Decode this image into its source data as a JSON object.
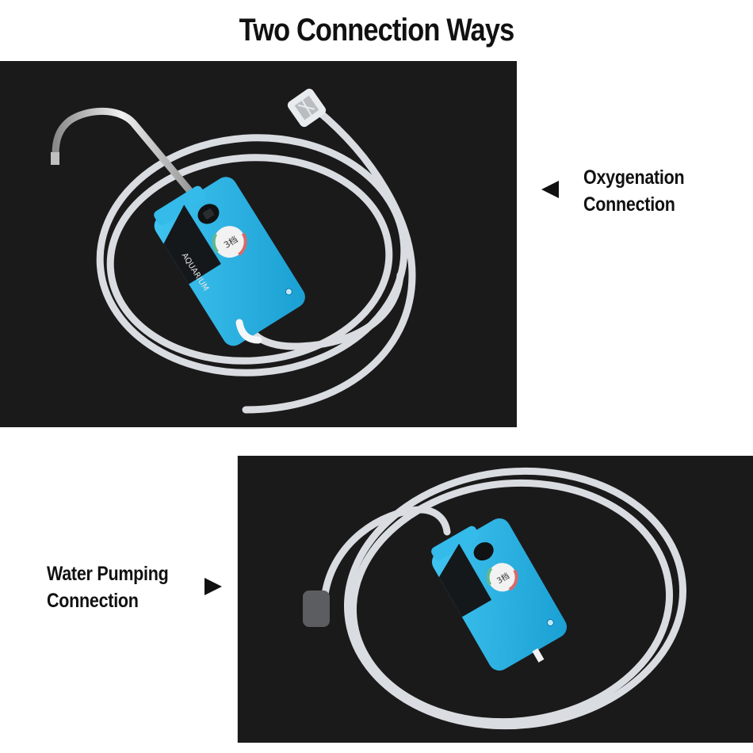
{
  "page": {
    "title": "Two Connection Ways"
  },
  "callouts": [
    {
      "id": "oxygenation",
      "line1": "Oxygenation",
      "line2": "Connection",
      "arrow": "left-pointing-triangle"
    },
    {
      "id": "water-pumping",
      "line1": "Water Pumping",
      "line2": "Connection",
      "arrow": "right-pointing-triangle"
    }
  ],
  "photos": [
    {
      "id": "oxygenation-photo",
      "subject": "blue portable pump with metal faucet spout, coiled silicone tube and mesh filter",
      "device_dial_label": "3档"
    },
    {
      "id": "water-pumping-photo",
      "subject": "blue portable pump with coiled silicone tube and grey air stone",
      "device_dial_label": "3档"
    }
  ],
  "colors": {
    "background": "#ffffff",
    "photo_bg": "#1b1a1a",
    "device_blue": "#2bb5e6",
    "tube": "#e6e9ee",
    "text": "#111111"
  }
}
